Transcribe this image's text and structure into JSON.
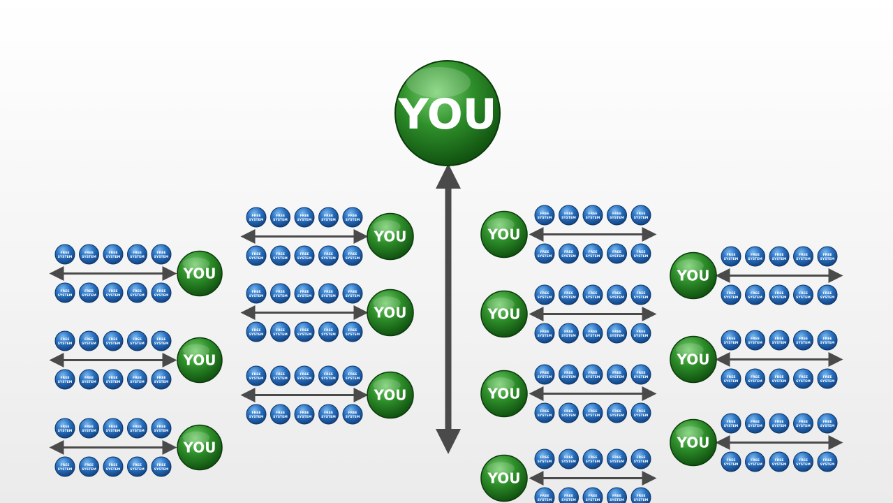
{
  "hub": {
    "label": "YOU"
  },
  "node_label": "YOU",
  "member_label": "FREE SYSTEM",
  "colors": {
    "green": "#1f7a1f",
    "green_light": "#5fc25a",
    "green_dark": "#0d4a0d",
    "blue": "#1f66b8",
    "blue_light": "#5aa6e8",
    "blue_dark": "#0f3d7a",
    "arrow": "#4a4a4a"
  },
  "diagram": {
    "type": "network",
    "connector_icon": "double-headed-arrow-icon",
    "columns": [
      {
        "name": "far-left",
        "you_nodes": 3,
        "members_per_row": 5,
        "rows_per_node": 2
      },
      {
        "name": "inner-left",
        "you_nodes": 3,
        "members_per_row": 5,
        "rows_per_node": 2
      },
      {
        "name": "inner-right",
        "you_nodes": 4,
        "members_per_row": 5,
        "rows_per_node": 2
      },
      {
        "name": "far-right",
        "you_nodes": 3,
        "members_per_row": 5,
        "rows_per_node": 2
      }
    ]
  }
}
